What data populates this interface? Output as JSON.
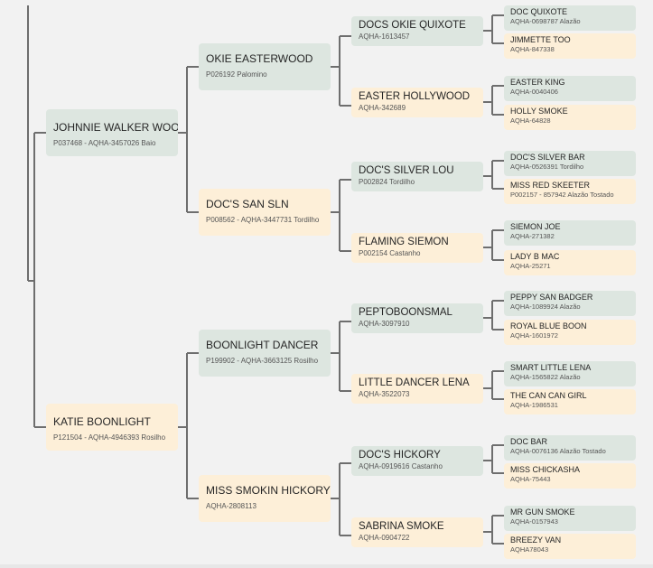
{
  "pedigree": {
    "gen1": [
      {
        "name": "JOHNNIE WALKER WOOD",
        "detail": "P037468 - AQHA-3457026 Baio"
      },
      {
        "name": "KATIE BOONLIGHT",
        "detail": "P121504 - AQHA-4946393 Rosilho"
      }
    ],
    "gen2": [
      {
        "name": "OKIE EASTERWOOD",
        "detail": "P026192 Palomino"
      },
      {
        "name": "DOC'S SAN SLN",
        "detail": "P008562 - AQHA-3447731 Tordilho"
      },
      {
        "name": "BOONLIGHT DANCER",
        "detail": "P199902 - AQHA-3663125 Rosilho"
      },
      {
        "name": "MISS SMOKIN HICKORY",
        "detail": "AQHA-2808113"
      }
    ],
    "gen3": [
      {
        "name": "DOCS OKIE QUIXOTE",
        "detail": "AQHA-1613457"
      },
      {
        "name": "EASTER HOLLYWOOD",
        "detail": "AQHA-342689"
      },
      {
        "name": "DOC'S SILVER LOU",
        "detail": "P002824 Tordilho"
      },
      {
        "name": "FLAMING SIEMON",
        "detail": "P002154 Castanho"
      },
      {
        "name": "PEPTOBOONSMAL",
        "detail": "AQHA-3097910"
      },
      {
        "name": "LITTLE DANCER LENA",
        "detail": "AQHA-3522073"
      },
      {
        "name": "DOC'S HICKORY",
        "detail": "AQHA-0919616 Castanho"
      },
      {
        "name": "SABRINA SMOKE",
        "detail": "AQHA-0904722"
      }
    ],
    "gen4": [
      {
        "name": "DOC QUIXOTE",
        "detail": "AQHA-0698787 Alazão"
      },
      {
        "name": "JIMMETTE TOO",
        "detail": "AQHA-847338"
      },
      {
        "name": "EASTER KING",
        "detail": "AQHA-0040406"
      },
      {
        "name": "HOLLY SMOKE",
        "detail": "AQHA-64828"
      },
      {
        "name": "DOC'S SILVER BAR",
        "detail": "AQHA-0526391 Tordilho"
      },
      {
        "name": "MISS RED SKEETER",
        "detail": "P002157 - 857942 Alazão Tostado"
      },
      {
        "name": "SIEMON JOE",
        "detail": "AQHA-271382"
      },
      {
        "name": "LADY B MAC",
        "detail": "AQHA-25271"
      },
      {
        "name": "PEPPY SAN BADGER",
        "detail": "AQHA-1089924 Alazão"
      },
      {
        "name": "ROYAL BLUE BOON",
        "detail": "AQHA-1601972"
      },
      {
        "name": "SMART LITTLE LENA",
        "detail": "AQHA-1565822 Alazão"
      },
      {
        "name": "THE CAN CAN GIRL",
        "detail": "AQHA-1986531"
      },
      {
        "name": "DOC BAR",
        "detail": "AQHA-0076136 Alazão Tostado"
      },
      {
        "name": "MISS CHICKASHA",
        "detail": "AQHA-75443"
      },
      {
        "name": "MR GUN SMOKE",
        "detail": "AQHA-0157943"
      },
      {
        "name": "BREEZY VAN",
        "detail": "AQHA78043"
      }
    ]
  },
  "colors": {
    "sire_box": "#dde6e0",
    "dam_box": "#fdefd8",
    "connector": "#6e6e6e",
    "background": "#f2f2f2"
  }
}
